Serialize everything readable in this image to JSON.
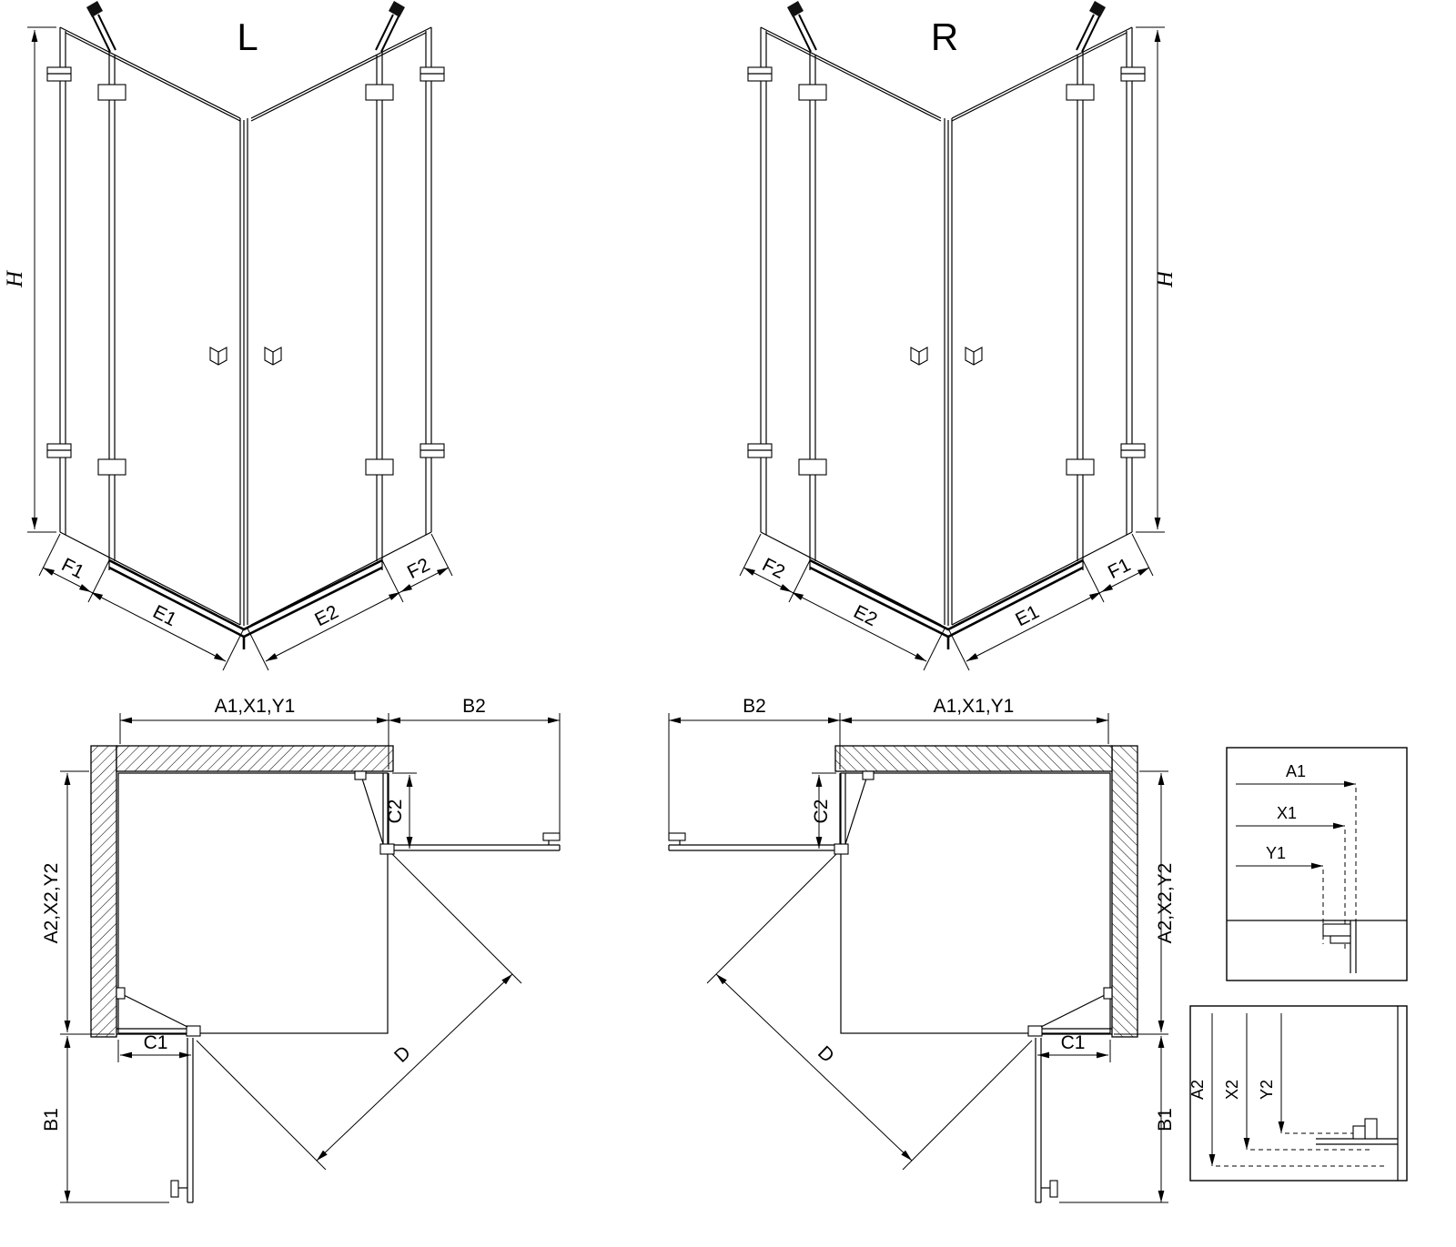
{
  "views": {
    "persp_left": {
      "title": "L",
      "dim_h": "H",
      "dim_f1": "F1",
      "dim_e1": "E1",
      "dim_e2": "E2",
      "dim_f2": "F2"
    },
    "persp_right": {
      "title": "R",
      "dim_h": "H",
      "dim_f1": "F1",
      "dim_e1": "E1",
      "dim_e2": "E2",
      "dim_f2": "F2"
    },
    "plan_left": {
      "dim_top": "A1,X1,Y1",
      "dim_b2": "B2",
      "dim_c2": "C2",
      "dim_side": "A2,X2,Y2",
      "dim_b1": "B1",
      "dim_c1": "C1",
      "dim_d": "D"
    },
    "plan_right": {
      "dim_top": "A1,X1,Y1",
      "dim_b2": "B2",
      "dim_c2": "C2",
      "dim_side": "A2,X2,Y2",
      "dim_b1": "B1",
      "dim_c1": "C1",
      "dim_d": "D"
    },
    "detail_horizontal": {
      "rows": [
        "A1",
        "X1",
        "Y1"
      ]
    },
    "detail_vertical": {
      "rows": [
        "A2",
        "X2",
        "Y2"
      ]
    }
  },
  "colors": {
    "line": "#000000",
    "background": "#ffffff"
  }
}
